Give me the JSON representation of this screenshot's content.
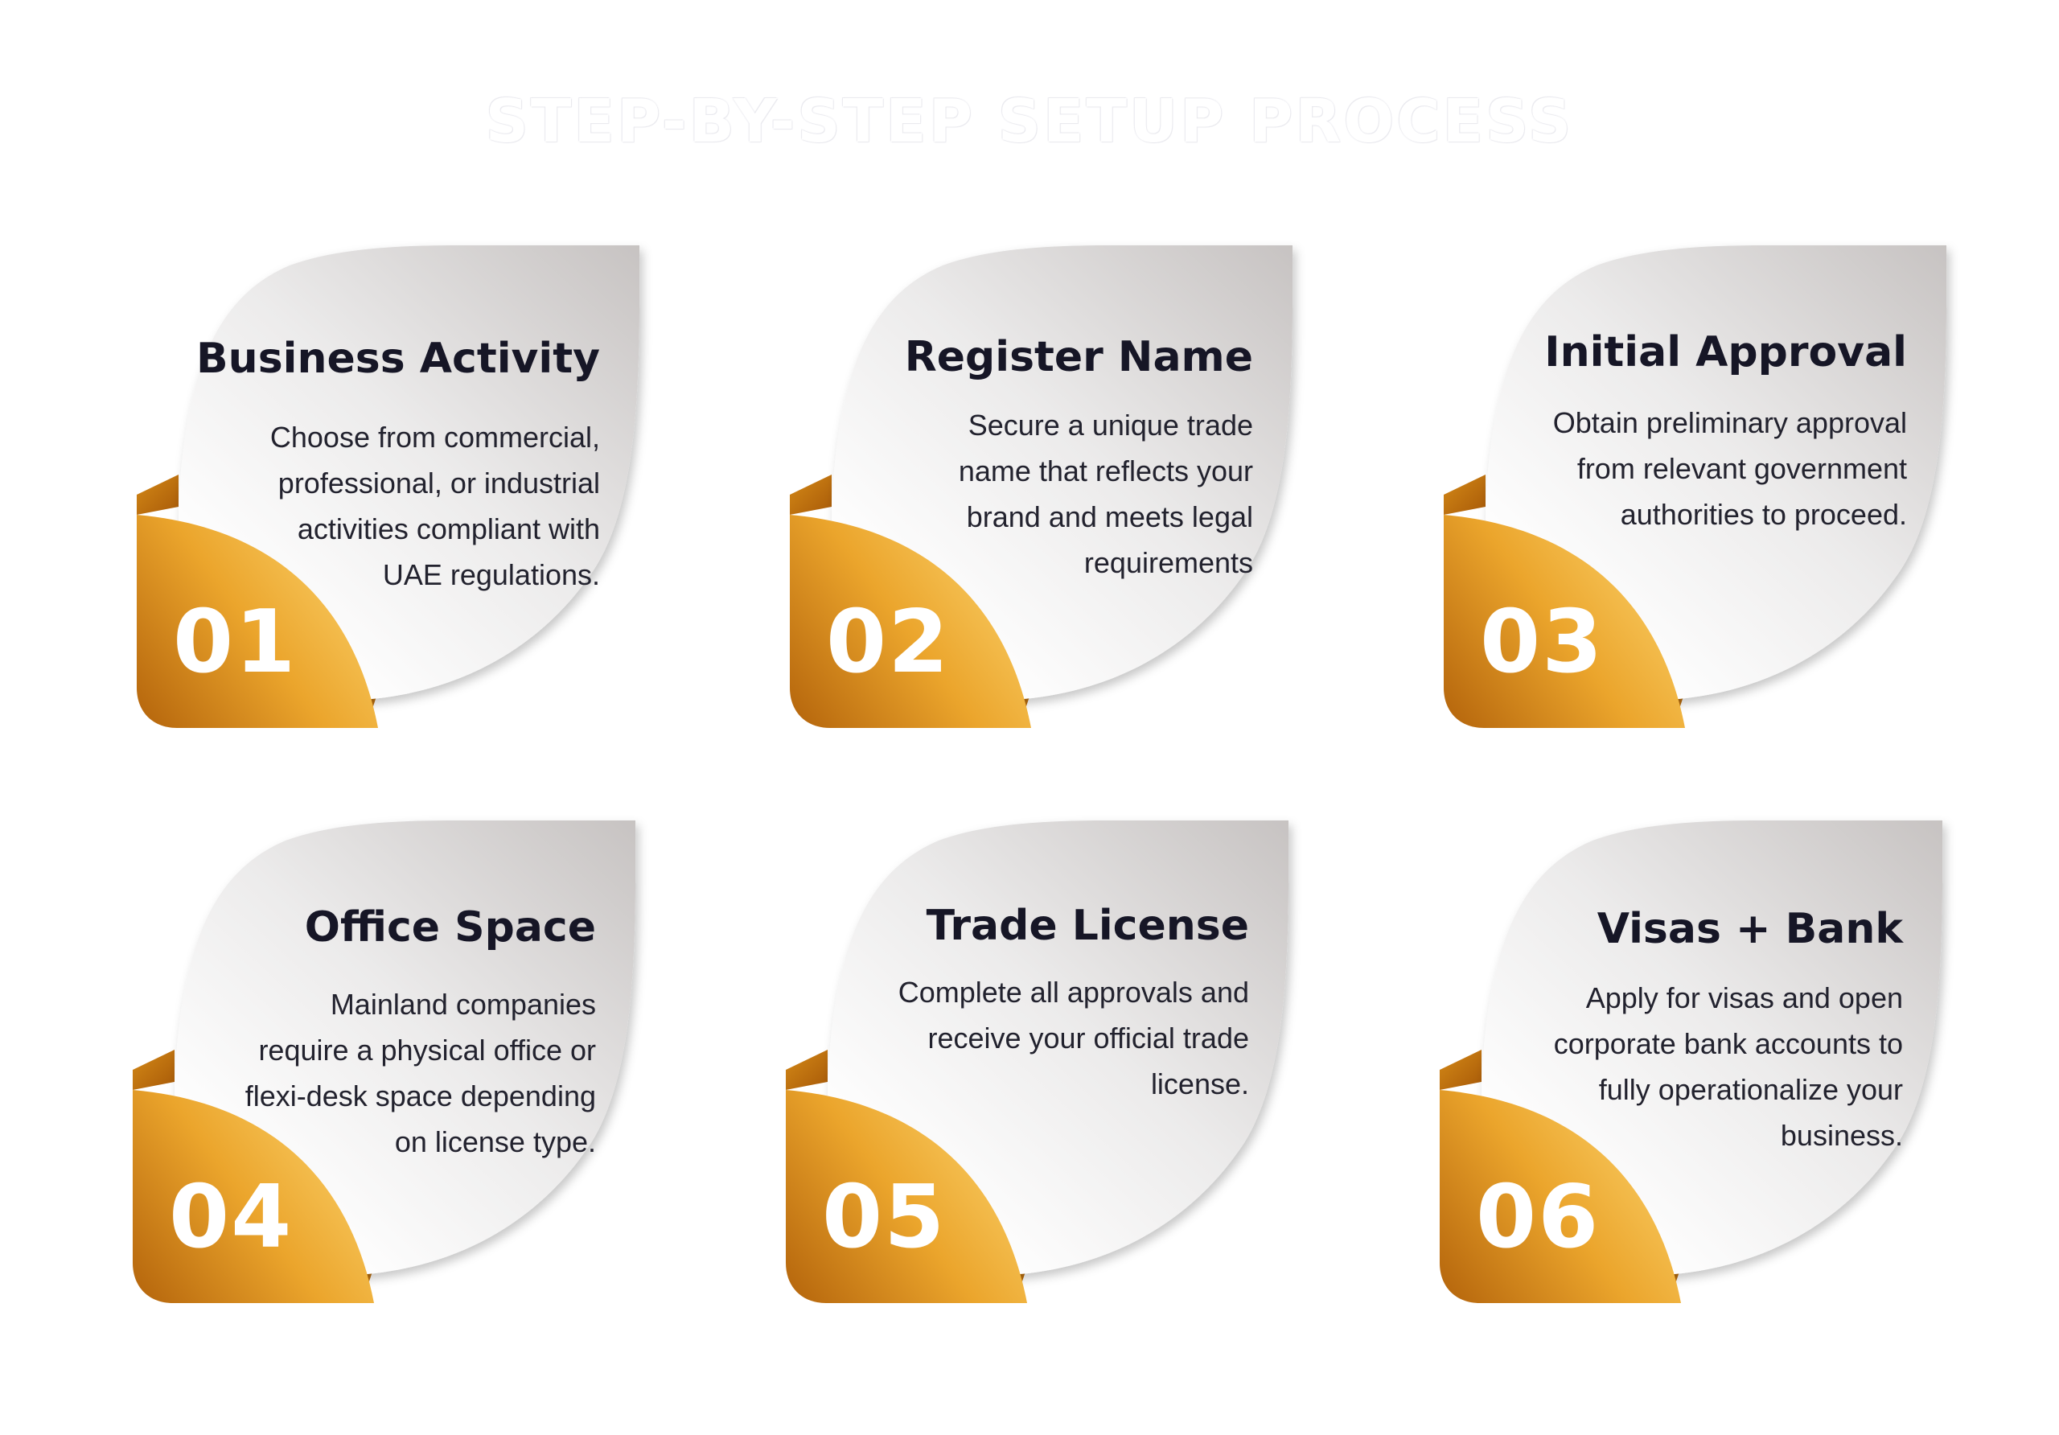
{
  "title": "STEP-BY-STEP SETUP PROCESS",
  "colors": {
    "accent_light": "#f7c65a",
    "accent_mid": "#e9a62a",
    "accent_dark": "#b8680c",
    "card_light": "#ffffff",
    "card_dark": "#cbc8c7",
    "heading_text": "#161626",
    "body_text": "#22222e"
  },
  "steps": [
    {
      "number": "01",
      "title": "Business Activity",
      "description": "Choose from commercial, professional, or industrial activities compliant with UAE regulations."
    },
    {
      "number": "02",
      "title": "Register Name",
      "description": "Secure a unique trade name that reflects your brand and meets legal requirements"
    },
    {
      "number": "03",
      "title": "Initial Approval",
      "description": "Obtain preliminary approval from relevant government authorities to proceed."
    },
    {
      "number": "04",
      "title": "Office Space",
      "description": "Mainland companies require a physical office or flexi-desk space depending on license type."
    },
    {
      "number": "05",
      "title": "Trade License",
      "description": "Complete all approvals and receive your official trade license."
    },
    {
      "number": "06",
      "title": "Visas + Bank",
      "description": "Apply for visas and open corporate bank accounts to fully operationalize your business."
    }
  ]
}
